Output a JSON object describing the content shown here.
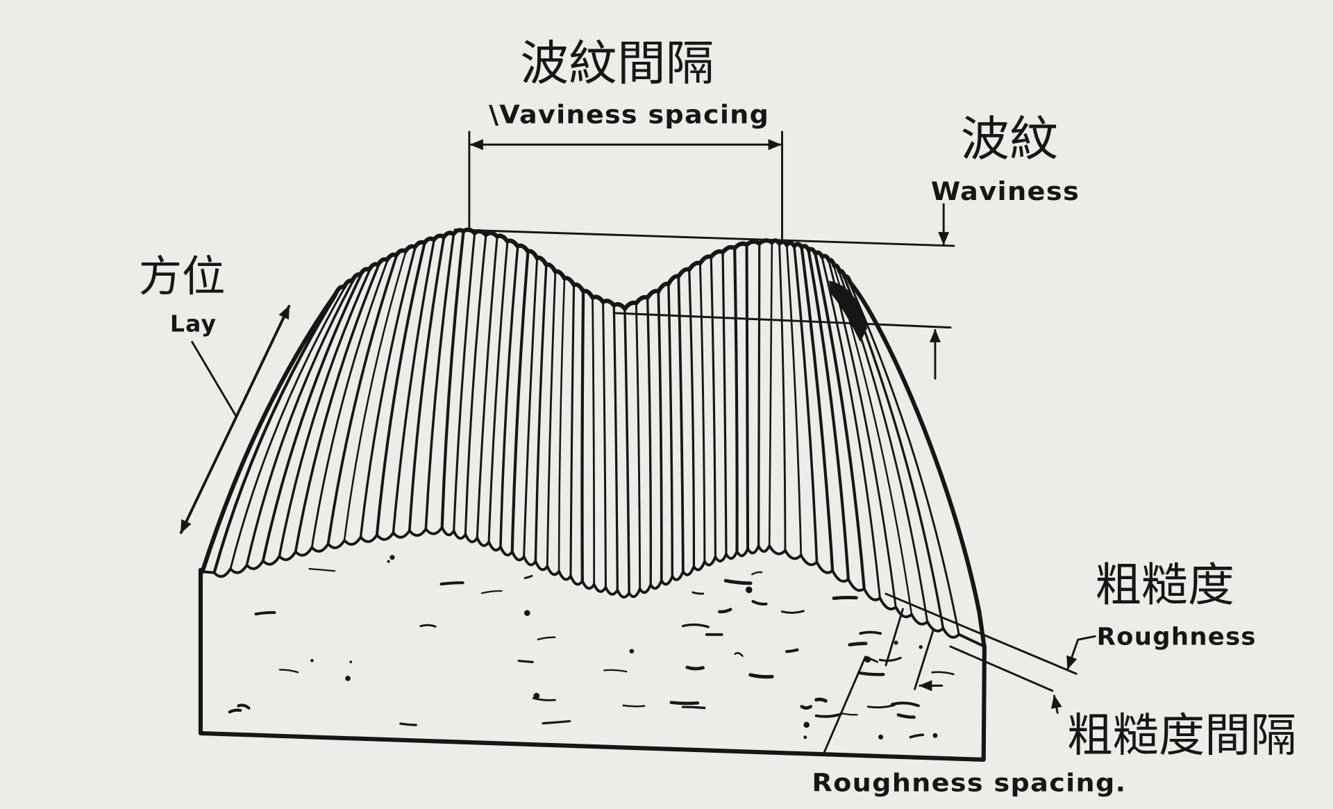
{
  "labels": {
    "waviness_spacing_zh": "波紋間隔",
    "waviness_spacing_en": "\\Vaviness spacing",
    "waviness_zh": "波紋",
    "waviness_en": "Waviness",
    "lay_zh": "方位",
    "lay_en": "Lay",
    "roughness_zh": "粗糙度",
    "roughness_en": "Roughness",
    "roughness_spacing_zh": "粗糙度間隔",
    "roughness_spacing_en": "Roughness spacing."
  },
  "colors": {
    "ink": "#161616",
    "paper": "#eeece9"
  }
}
